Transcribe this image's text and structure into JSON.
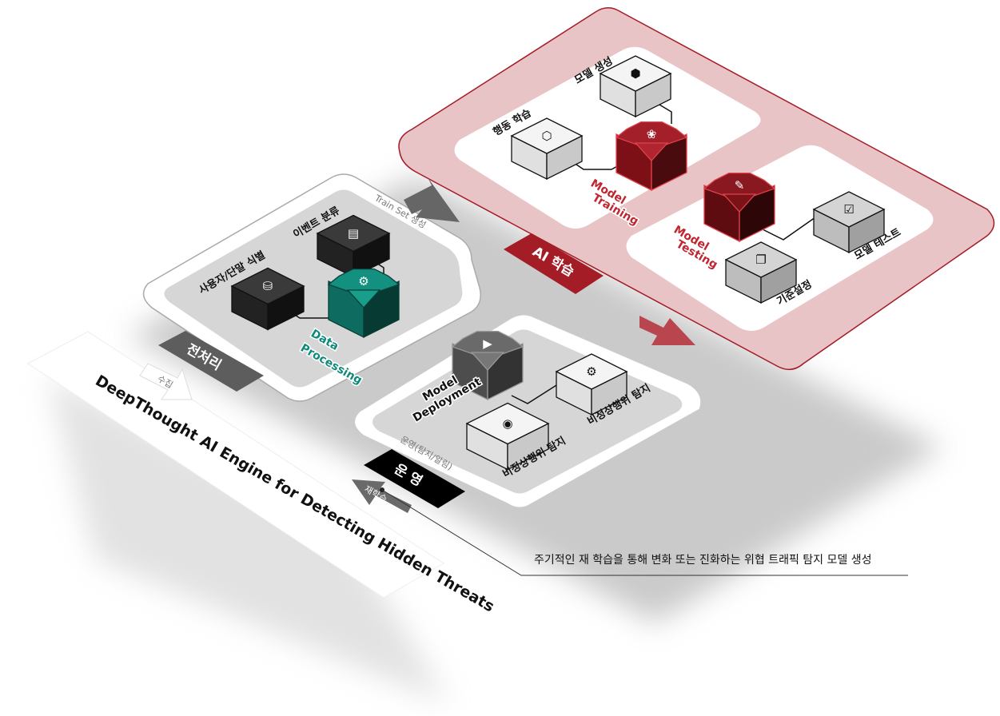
{
  "title": "DeepThought AI Engine for Detecting Hidden Threats",
  "caption": "주기적인 재 학습을 통해 변화 또는 진화하는 위협 트래픽 탐지 모델 생성",
  "colors": {
    "accent_red": "#9e1b22",
    "teal": "#0d6b5f",
    "pink": "#ebc3c7",
    "dark": "#2b2b2b"
  },
  "preprocessing": {
    "tab": "전처리",
    "arrow_in": "수집",
    "arrow_out": "Train Set 생성",
    "nodes": [
      "사용자/단말 식별",
      "이벤트 분류"
    ],
    "core_line1": "Data",
    "core_line2": "Processing"
  },
  "ai_learning": {
    "tab": "AI 학습",
    "training": {
      "nodes": [
        "행동 학습",
        "모델 생성"
      ],
      "core_line1": "Model",
      "core_line2": "Training"
    },
    "testing": {
      "nodes": [
        "기준설정",
        "모델 테스트"
      ],
      "core_line1": "Model",
      "core_line2": "Testing"
    }
  },
  "operation": {
    "tab": "운 영",
    "sublabel": "운영(탐지/알림)",
    "arrow_back": "재학습",
    "core_line1": "Model",
    "core_line2": "Deployment",
    "nodes": [
      "비정상행위 탐지",
      "비정상행위 탐지"
    ]
  }
}
